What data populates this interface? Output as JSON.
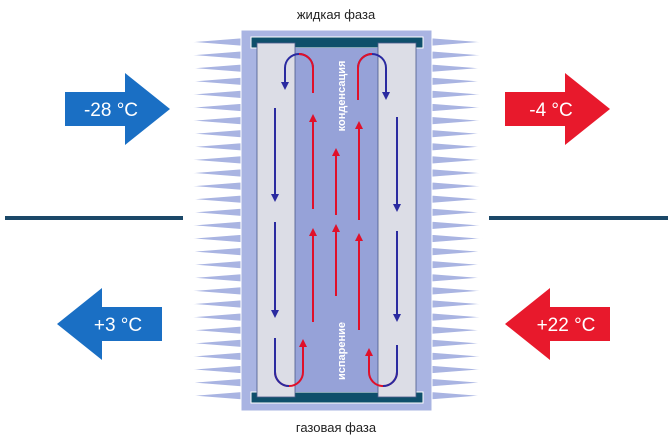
{
  "labels": {
    "top_phase": "жидкая фаза",
    "bottom_phase": "газовая фаза",
    "condensation": "конденсация",
    "evaporation": "испарение"
  },
  "arrows": [
    {
      "name": "outside-top-left",
      "text": "-28 °C",
      "color": "#1a6fc4"
    },
    {
      "name": "outside-top-right",
      "text": "-4 °C",
      "color": "#e8192c"
    },
    {
      "name": "outside-bottom-left",
      "text": "+3 °C",
      "color": "#1a6fc4"
    },
    {
      "name": "outside-bottom-right",
      "text": "+22 °C",
      "color": "#e8192c"
    }
  ],
  "colors": {
    "body": "#a9b4e2",
    "panel": "#dcdde6",
    "core": "#96a2d8",
    "bar": "#0e4f6b",
    "flow_cold": "#2a2aa0",
    "flow_hot": "#e0102a",
    "wall_line": "#1b4868"
  }
}
